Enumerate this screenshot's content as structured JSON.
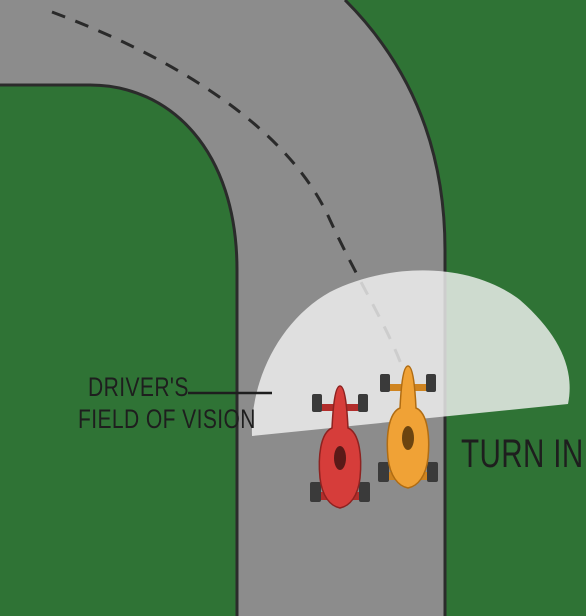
{
  "labels": {
    "fov_line1": "DRIVER'S",
    "fov_line2": "FIELD OF VISION",
    "turn_in": "TURN IN"
  },
  "colors": {
    "grass": "#2f7335",
    "track": "#8c8c8c",
    "track_edge": "#2b2b2b",
    "vision_cone": "#f2f2f2",
    "red_car": "#d63d3a",
    "orange_car": "#f0a236",
    "text": "#1e1e1e"
  }
}
